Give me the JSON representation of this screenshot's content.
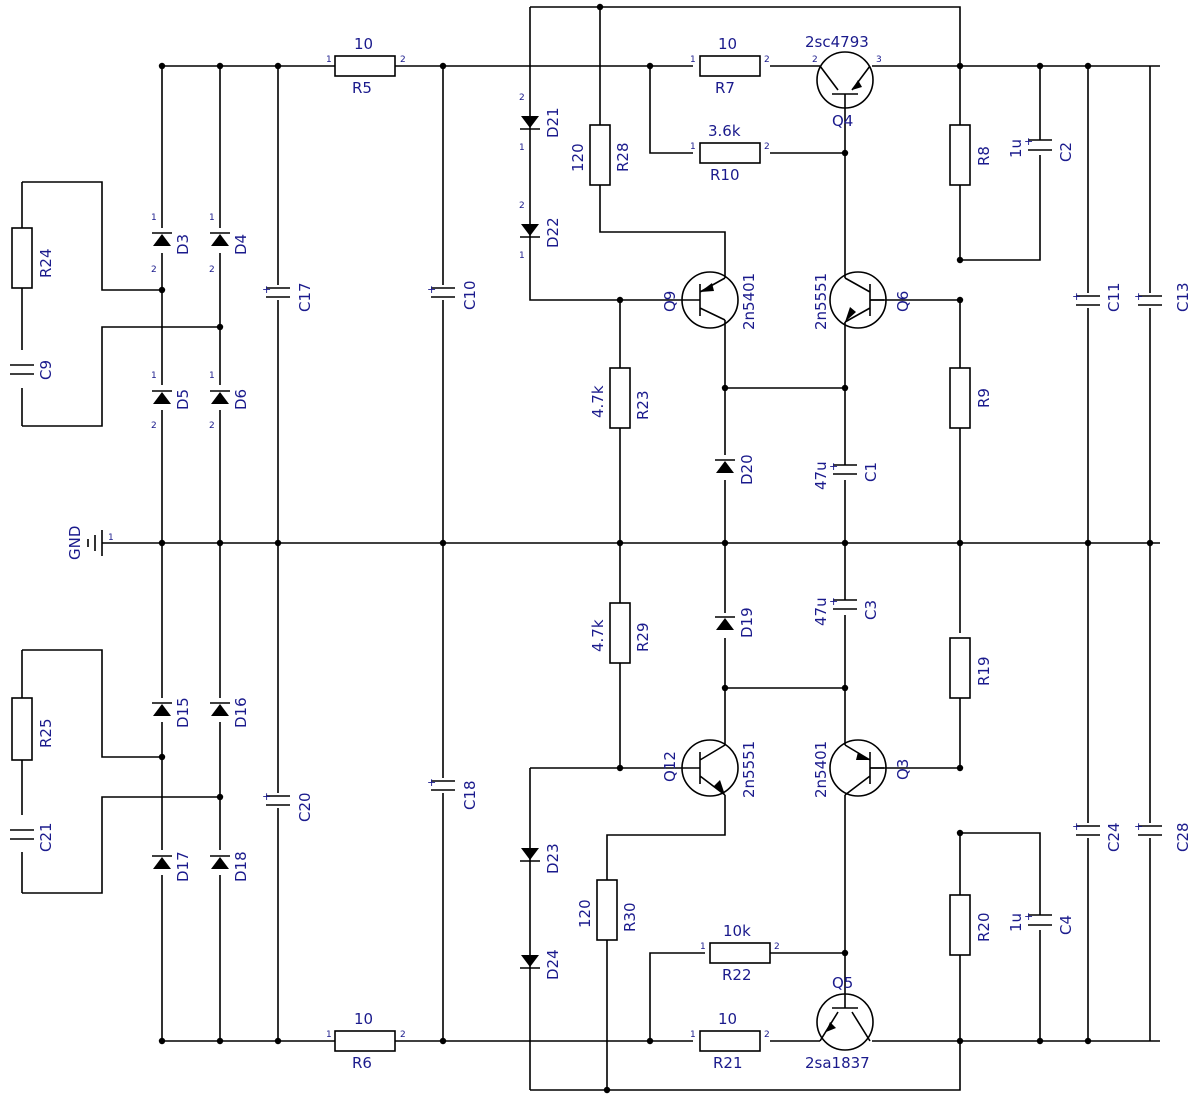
{
  "resistors": [
    {
      "ref": "R5",
      "value": "10"
    },
    {
      "ref": "R6",
      "value": "10"
    },
    {
      "ref": "R7",
      "value": "10"
    },
    {
      "ref": "R10",
      "value": "3.6k"
    },
    {
      "ref": "R21",
      "value": "10"
    },
    {
      "ref": "R22",
      "value": "10k"
    },
    {
      "ref": "R28",
      "value": "120"
    },
    {
      "ref": "R30",
      "value": "120"
    },
    {
      "ref": "R23",
      "value": "4.7k"
    },
    {
      "ref": "R29",
      "value": "4.7k"
    },
    {
      "ref": "R8",
      "value": ""
    },
    {
      "ref": "R9",
      "value": ""
    },
    {
      "ref": "R19",
      "value": ""
    },
    {
      "ref": "R20",
      "value": ""
    },
    {
      "ref": "R24",
      "value": ""
    },
    {
      "ref": "R25",
      "value": ""
    }
  ],
  "capacitors": [
    {
      "ref": "C1",
      "value": "47u"
    },
    {
      "ref": "C3",
      "value": "47u"
    },
    {
      "ref": "C2",
      "value": "1u"
    },
    {
      "ref": "C4",
      "value": "1u"
    },
    {
      "ref": "C9",
      "value": ""
    },
    {
      "ref": "C21",
      "value": ""
    },
    {
      "ref": "C10",
      "value": ""
    },
    {
      "ref": "C11",
      "value": ""
    },
    {
      "ref": "C13",
      "value": ""
    },
    {
      "ref": "C17",
      "value": ""
    },
    {
      "ref": "C18",
      "value": ""
    },
    {
      "ref": "C20",
      "value": ""
    },
    {
      "ref": "C24",
      "value": ""
    },
    {
      "ref": "C28",
      "value": ""
    }
  ],
  "diodes": [
    "D3",
    "D4",
    "D5",
    "D6",
    "D15",
    "D16",
    "D17",
    "D18",
    "D19",
    "D20",
    "D21",
    "D22",
    "D23",
    "D24"
  ],
  "transistors": [
    {
      "ref": "Q4",
      "part": "2sc4793"
    },
    {
      "ref": "Q5",
      "part": "2sa1837"
    },
    {
      "ref": "Q9",
      "part": "2n5401"
    },
    {
      "ref": "Q6",
      "part": "2n5551"
    },
    {
      "ref": "Q12",
      "part": "2n5551"
    },
    {
      "ref": "Q3",
      "part": "2n5401"
    }
  ],
  "ground": {
    "label": "GND",
    "pin": "1"
  },
  "pins": {
    "p1": "1",
    "p2": "2",
    "p3": "3",
    "plus": "+"
  }
}
